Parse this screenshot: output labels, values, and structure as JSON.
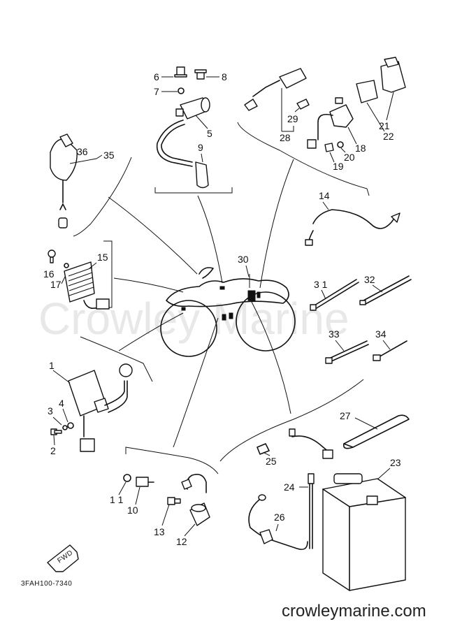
{
  "watermark": "Crowley Marine",
  "website": "crowleymarine.com",
  "drawing_code": "3FAH100-7340",
  "fwd_label": "FWD",
  "labels": {
    "p1": "1",
    "p2": "2",
    "p3": "3",
    "p4": "4",
    "p5": "5",
    "p6": "6",
    "p7": "7",
    "p8": "8",
    "p9": "9",
    "p10": "10",
    "p11": "1 1",
    "p12": "12",
    "p13": "13",
    "p14": "14",
    "p15": "15",
    "p16": "16",
    "p17": "17",
    "p18": "18",
    "p19": "19",
    "p20": "20",
    "p21": "21",
    "p22": "22",
    "p23": "23",
    "p24": "24",
    "p25": "25",
    "p26": "26",
    "p27": "27",
    "p28": "28",
    "p29": "29",
    "p30": "30",
    "p31": "3 1",
    "p32": "32",
    "p33": "33",
    "p34": "34",
    "p35": "35",
    "p36": "36"
  }
}
